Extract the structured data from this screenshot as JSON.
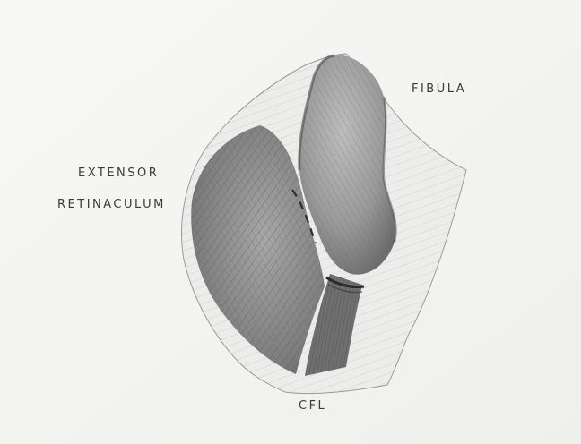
{
  "labels": {
    "fibula": "FIBULA",
    "extensor_line1": "EXTENSOR",
    "extensor_line2": "RETINACULUM",
    "cfl": "CFL"
  },
  "colors": {
    "paper": "#f6f6f4",
    "pencil_dark": "#3c3c3c",
    "pencil_mid": "#7a7a7a",
    "pencil_light": "#b8b8b8"
  }
}
